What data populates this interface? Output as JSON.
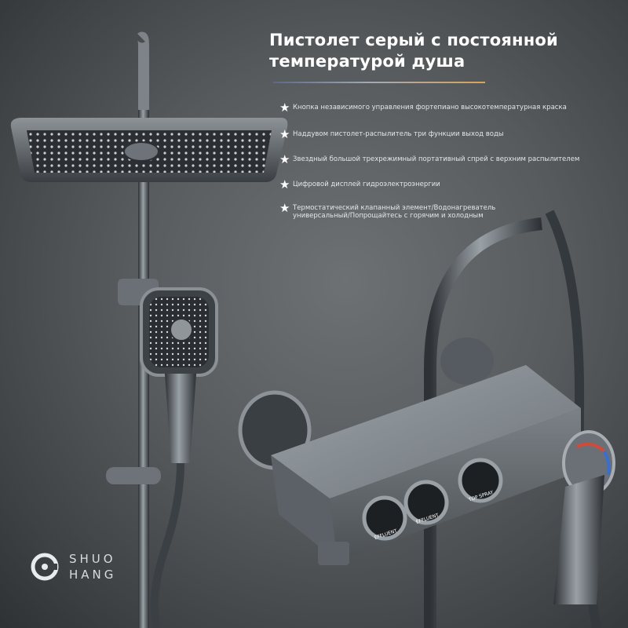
{
  "headline": {
    "line1": "Пистолет серый с постоянной",
    "line2": "температурой душа"
  },
  "features": [
    {
      "icon": "star-icon",
      "text": "Кнопка независимого управления фортепиано высокотемпературная краска"
    },
    {
      "icon": "star-icon",
      "text": "Наддувом пистолет-распылитель три функции выход воды"
    },
    {
      "icon": "star-icon",
      "text": "Звездный большой трехрежимный портативный спрей с верхним распылителем"
    },
    {
      "icon": "star-icon",
      "text": "Цифровой дисплей гидроэлектроэнергии"
    },
    {
      "icon": "star-icon",
      "text": "Термостатический клапанный элемент/Водонагреватель универсальный/Попрощайтесь с горячим и холодным"
    }
  ],
  "buttons": {
    "left": "EFFLUENT",
    "middle": "EFFLUENT",
    "right": "TOP SPRAY"
  },
  "brand": {
    "line1": "SHUO",
    "line2": "HANG",
    "logo": "brand-logo-icon"
  },
  "colors": {
    "headline": "#ffffff",
    "rule_start": "#5a6a86",
    "rule_end": "#d9a35a",
    "metal": "#6e7478"
  }
}
